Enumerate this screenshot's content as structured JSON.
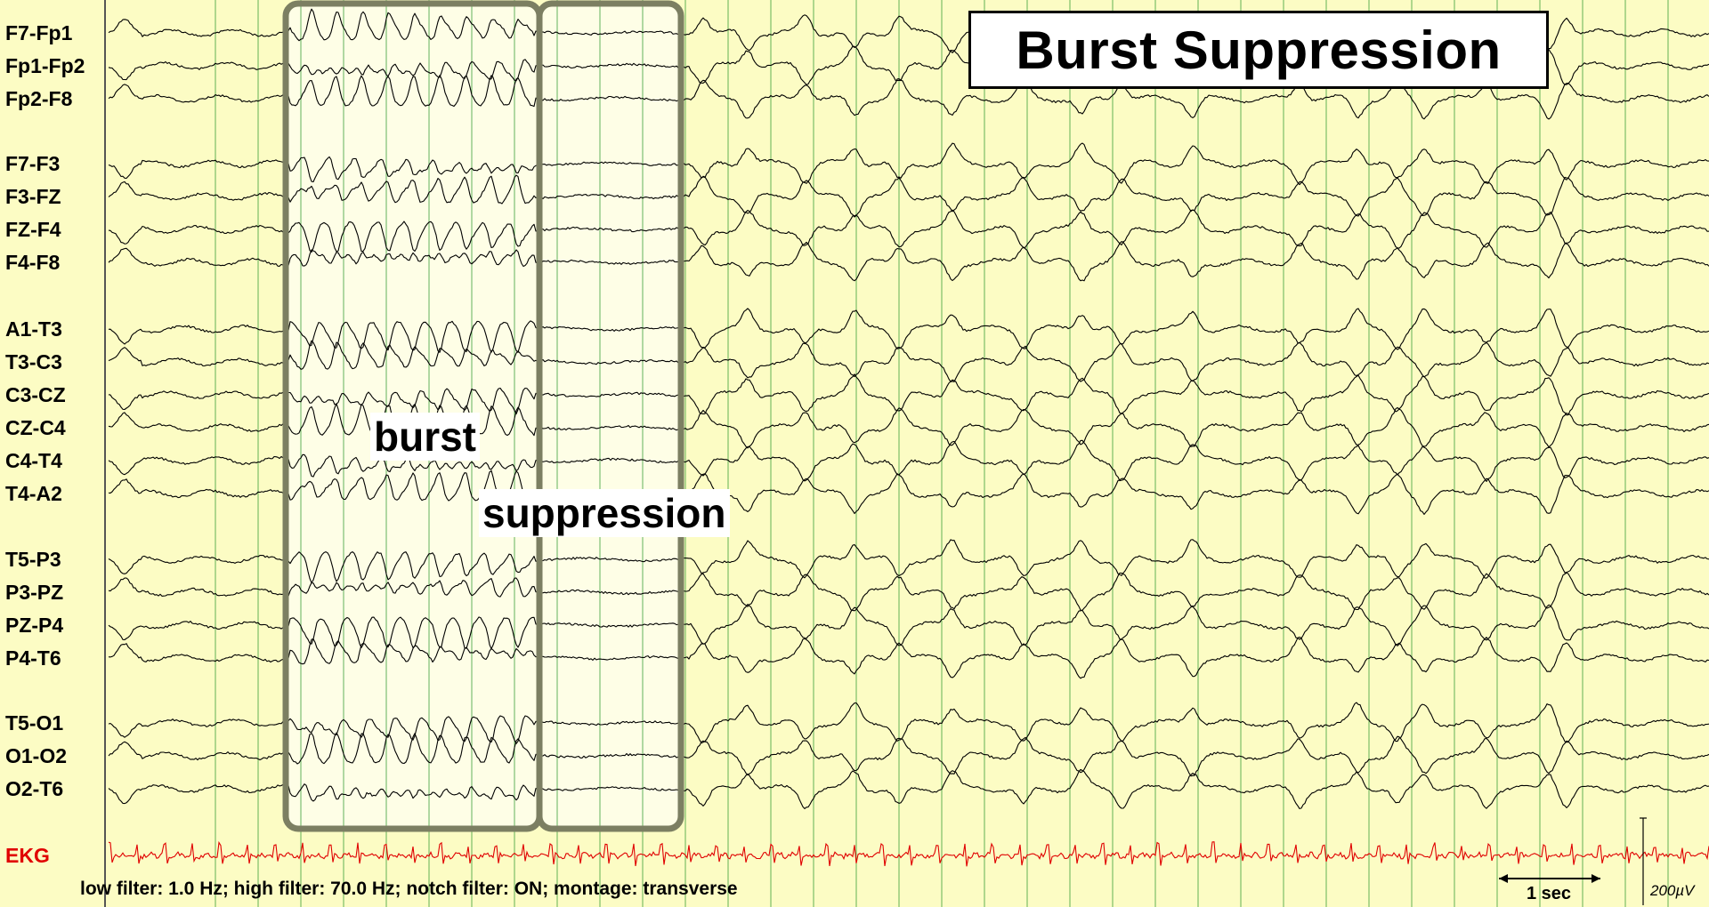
{
  "title": "Burst Suppression",
  "channel_groups": [
    [
      "F7-Fp1",
      "Fp1-Fp2",
      "Fp2-F8"
    ],
    [
      "F7-F3",
      "F3-FZ",
      "FZ-F4",
      "F4-F8"
    ],
    [
      "A1-T3",
      "T3-C3",
      "C3-CZ",
      "CZ-C4",
      "C4-T4",
      "T4-A2"
    ],
    [
      "T5-P3",
      "P3-PZ",
      "PZ-P4",
      "P4-T6"
    ],
    [
      "T5-O1",
      "O1-O2",
      "O2-T6"
    ]
  ],
  "ekg_label": "EKG",
  "regions": {
    "burst": "burst",
    "suppression": "suppression"
  },
  "filter_info": "low filter: 1.0 Hz; high filter: 70.0 Hz; notch filter: ON; montage: transverse",
  "scale": {
    "time": "1 sec",
    "amplitude": "200µV"
  },
  "colors": {
    "background": "#fcfcc4",
    "trace": "#000000",
    "ekg": "#e00000",
    "gridline": "#2f9a2f",
    "region_border": "#7c7f62",
    "region_fill": "#fefee6"
  }
}
